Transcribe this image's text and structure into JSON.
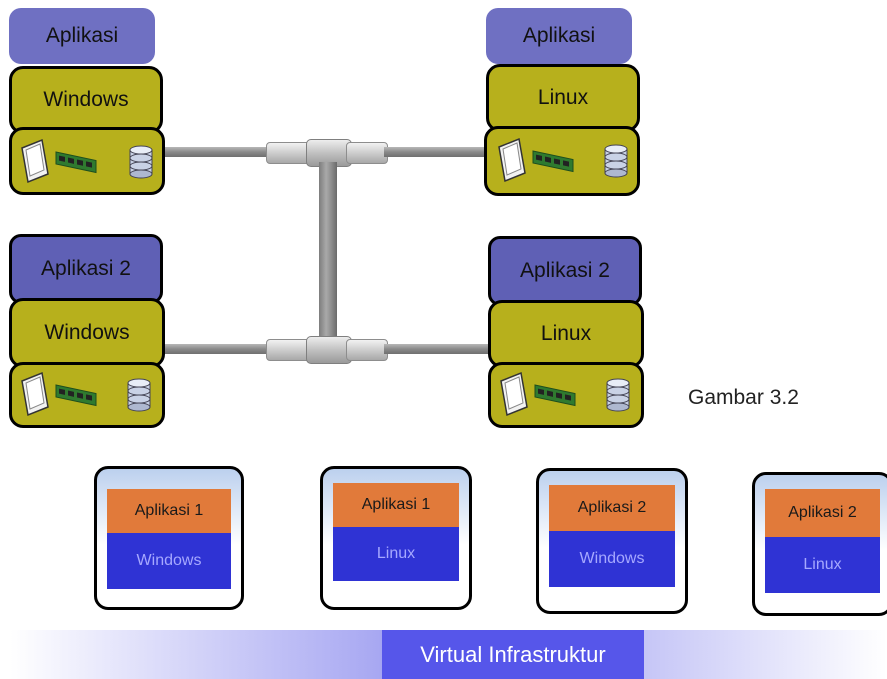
{
  "caption": "Gambar 3.2",
  "physical_servers": {
    "top_left": {
      "app": "Aplikasi",
      "os": "Windows"
    },
    "top_right": {
      "app": "Aplikasi",
      "os": "Linux"
    },
    "bottom_left": {
      "app": "Aplikasi 2",
      "os": "Windows"
    },
    "bottom_right": {
      "app": "Aplikasi 2",
      "os": "Linux"
    }
  },
  "virtual_machines": [
    {
      "app": "Aplikasi 1",
      "os": "Windows"
    },
    {
      "app": "Aplikasi 1",
      "os": "Linux"
    },
    {
      "app": "Aplikasi 2",
      "os": "Windows"
    },
    {
      "app": "Aplikasi 2",
      "os": "Linux"
    }
  ],
  "infrastructure_label": "Virtual Infrastruktur",
  "colors": {
    "application": "#6f70c2",
    "operating_system": "#b7b01c",
    "vm_application": "#e17a3a",
    "vm_os": "#2f33d4",
    "infrastructure": "#5656ea"
  },
  "hardware_icons": [
    "monitor-icon",
    "memory-icon",
    "disk-icon"
  ]
}
